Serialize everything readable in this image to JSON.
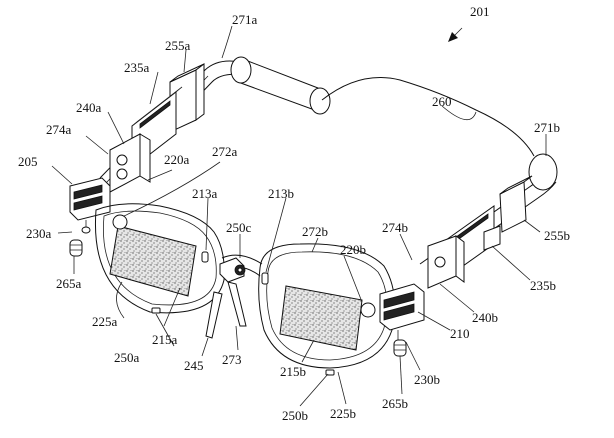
{
  "figure": {
    "reference_number": "201",
    "labels": [
      {
        "id": "271a",
        "text": "271a"
      },
      {
        "id": "255a",
        "text": "255a"
      },
      {
        "id": "235a",
        "text": "235a"
      },
      {
        "id": "240a",
        "text": "240a"
      },
      {
        "id": "274a",
        "text": "274a"
      },
      {
        "id": "205",
        "text": "205"
      },
      {
        "id": "220a",
        "text": "220a"
      },
      {
        "id": "272a",
        "text": "272a"
      },
      {
        "id": "260",
        "text": "260"
      },
      {
        "id": "271b",
        "text": "271b"
      },
      {
        "id": "213a",
        "text": "213a"
      },
      {
        "id": "213b",
        "text": "213b"
      },
      {
        "id": "250c",
        "text": "250c"
      },
      {
        "id": "272b",
        "text": "272b"
      },
      {
        "id": "220b",
        "text": "220b"
      },
      {
        "id": "274b",
        "text": "274b"
      },
      {
        "id": "255b",
        "text": "255b"
      },
      {
        "id": "235b",
        "text": "235b"
      },
      {
        "id": "240b",
        "text": "240b"
      },
      {
        "id": "210",
        "text": "210"
      },
      {
        "id": "230a",
        "text": "230a"
      },
      {
        "id": "265a",
        "text": "265a"
      },
      {
        "id": "225a",
        "text": "225a"
      },
      {
        "id": "215a",
        "text": "215a"
      },
      {
        "id": "250a",
        "text": "250a"
      },
      {
        "id": "245",
        "text": "245"
      },
      {
        "id": "273",
        "text": "273"
      },
      {
        "id": "215b",
        "text": "215b"
      },
      {
        "id": "225b",
        "text": "225b"
      },
      {
        "id": "250b",
        "text": "250b"
      },
      {
        "id": "265b",
        "text": "265b"
      },
      {
        "id": "230b",
        "text": "230b"
      }
    ]
  }
}
